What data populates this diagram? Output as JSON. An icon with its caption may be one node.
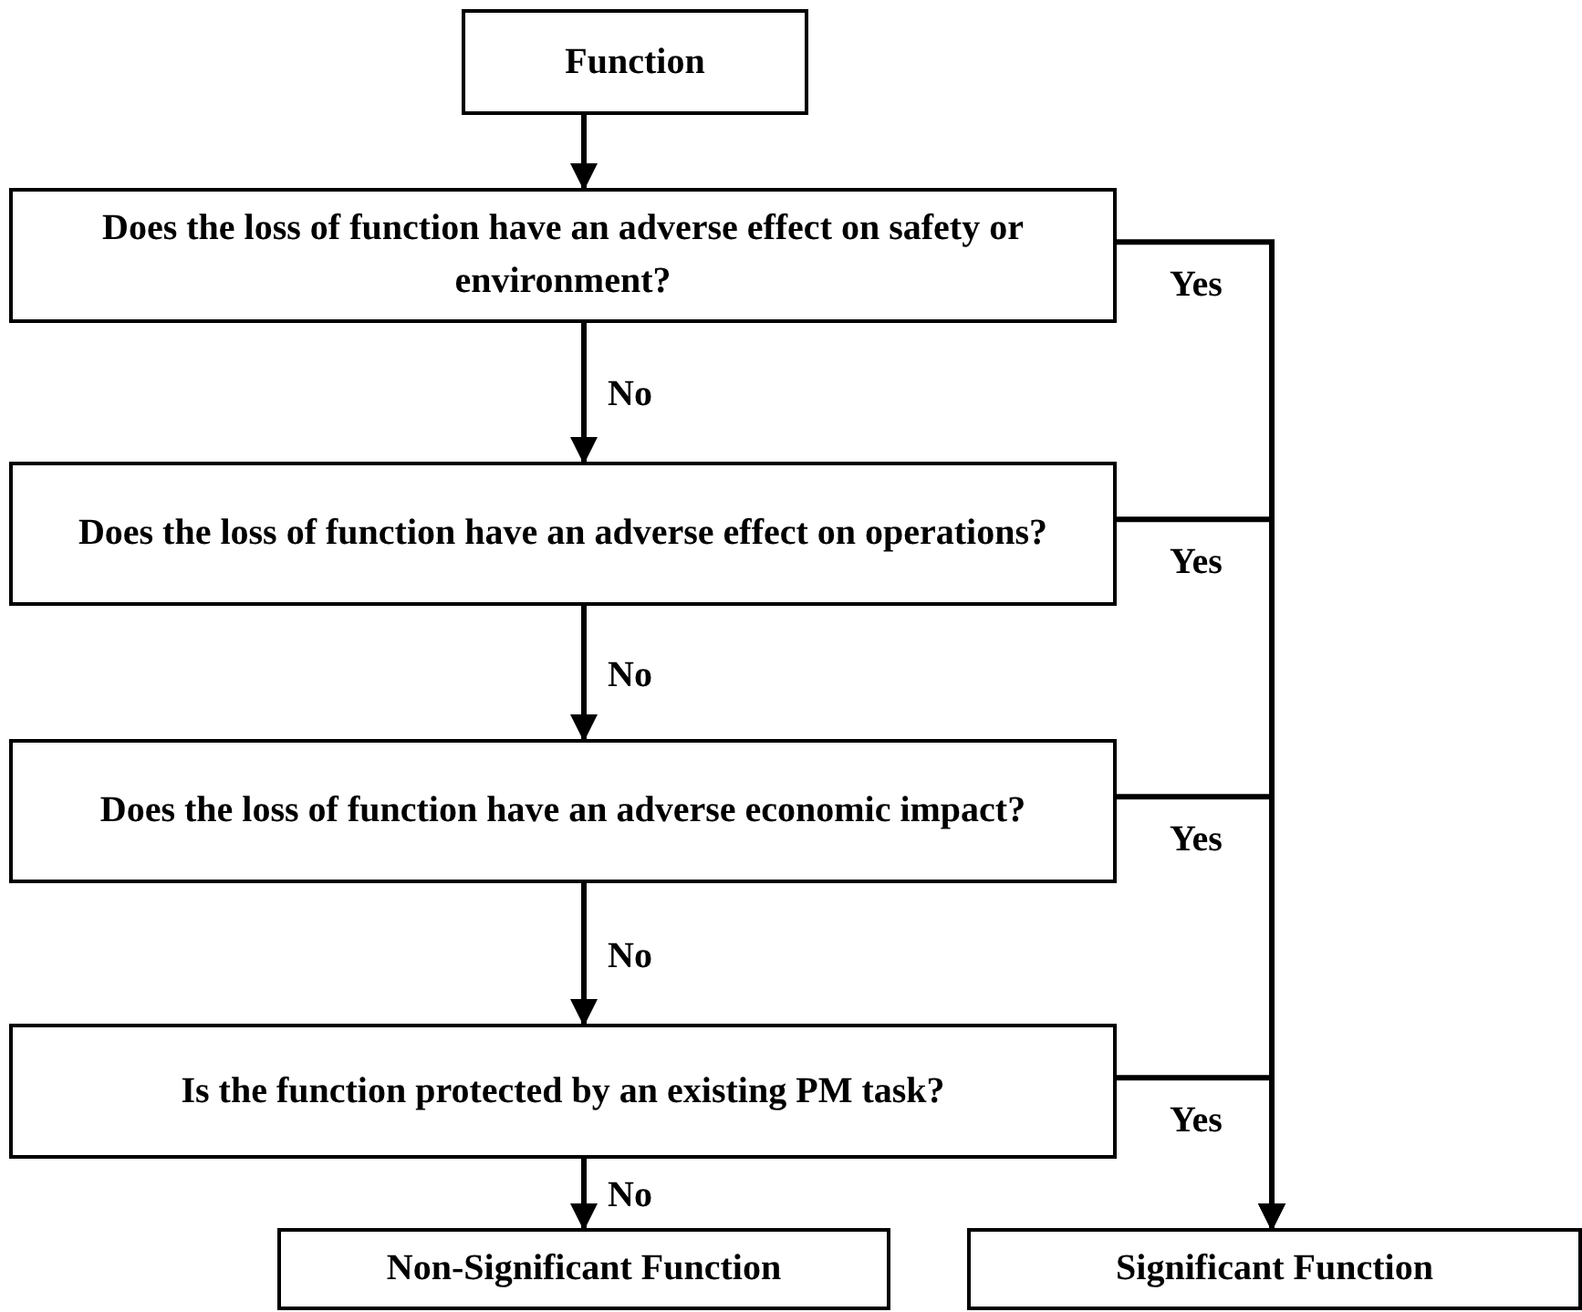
{
  "diagram": {
    "nodes": [
      {
        "text": [
          "Function"
        ]
      },
      {
        "text": [
          "Does the loss of function have an adverse effect on safety or environment?"
        ]
      },
      {
        "text": [
          "Does the loss of function have an adverse effect on operations?"
        ]
      },
      {
        "text": [
          "Does the loss of function have an adverse economic impact?"
        ]
      },
      {
        "text": [
          "Is the function protected by an existing PM task?"
        ]
      },
      {
        "text": [
          "Non-Significant Function"
        ]
      },
      {
        "text": [
          "Significant Function"
        ]
      }
    ],
    "edges": [
      {
        "from": 0,
        "to": 1,
        "arrow": "to"
      },
      {
        "from": 1,
        "to": 2,
        "arrow": "to",
        "label": "No"
      },
      {
        "from": 2,
        "to": 3,
        "arrow": "to",
        "label": "No"
      },
      {
        "from": 3,
        "to": 4,
        "arrow": "to",
        "label": "No"
      },
      {
        "from": 4,
        "to": 5,
        "arrow": "to",
        "label": "No"
      },
      {
        "from": 1,
        "to": 6,
        "arrow": "to",
        "label": "Yes"
      },
      {
        "from": 2,
        "to": 6,
        "arrow": "to",
        "label": "Yes"
      },
      {
        "from": 3,
        "to": 6,
        "arrow": "to",
        "label": "Yes"
      },
      {
        "from": 4,
        "to": 6,
        "arrow": "to",
        "label": "Yes"
      }
    ]
  }
}
